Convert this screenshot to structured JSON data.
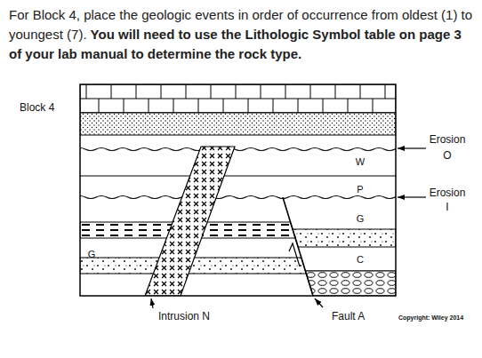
{
  "diagram": {
    "labels": [
      "For Block 4, place the geologic events in order of occurrence from oldest (1) to youngest (7).",
      "You will need to use the Lithologic Symbol table on page 3 of your lab manual to determine the rock type.",
      "Block 4",
      "Erosion",
      "O",
      "Erosion",
      "I",
      "W",
      "P",
      "G",
      "C",
      "G",
      "Intrusion N",
      "Fault A",
      "Copyright: Wiley 2014"
    ]
  }
}
